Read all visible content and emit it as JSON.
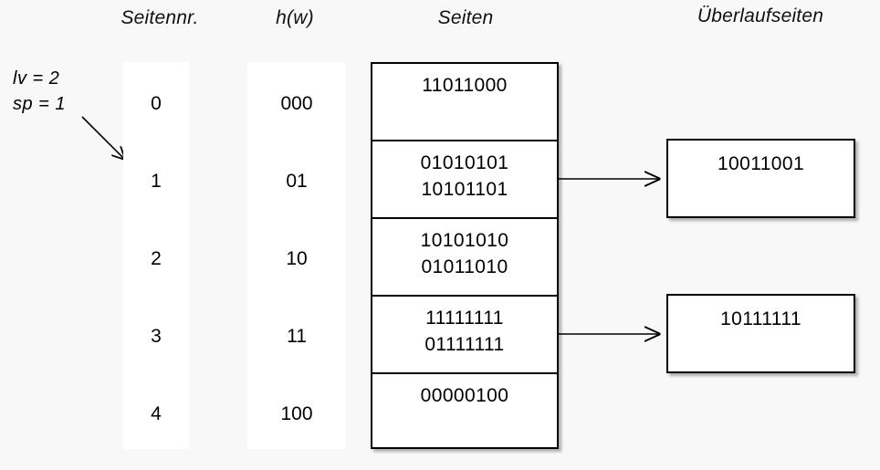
{
  "headers": {
    "seitennr": "Seitennr.",
    "hw": "h(w)",
    "seiten": "Seiten",
    "ueberlaufseiten": "Überlaufseiten"
  },
  "params": {
    "lv": "lv = 2",
    "sp": "sp = 1"
  },
  "colors": {
    "background": "#f8f8f8",
    "box_fill": "#ffffff",
    "stroke": "#000000",
    "text": "#000000"
  },
  "rows": [
    {
      "seitennr": "0",
      "hw": "000",
      "records": [
        "11011000"
      ],
      "overflow": null
    },
    {
      "seitennr": "1",
      "hw": "01",
      "records": [
        "01010101",
        "10101101"
      ],
      "overflow": {
        "records": [
          "10011001"
        ]
      }
    },
    {
      "seitennr": "2",
      "hw": "10",
      "records": [
        "10101010",
        "01011010"
      ],
      "overflow": null
    },
    {
      "seitennr": "3",
      "hw": "11",
      "records": [
        "11111111",
        "01111111"
      ],
      "overflow": {
        "records": [
          "10111111"
        ]
      }
    },
    {
      "seitennr": "4",
      "hw": "100",
      "records": [
        "00000100"
      ],
      "overflow": null
    }
  ],
  "overflow_pages": [
    {
      "label": "10011001",
      "from_row": 1
    },
    {
      "label": "10111111",
      "from_row": 3
    }
  ],
  "icons": {
    "param_pointer": "diagonal-arrow-icon",
    "connector": "right-arrow-icon"
  }
}
